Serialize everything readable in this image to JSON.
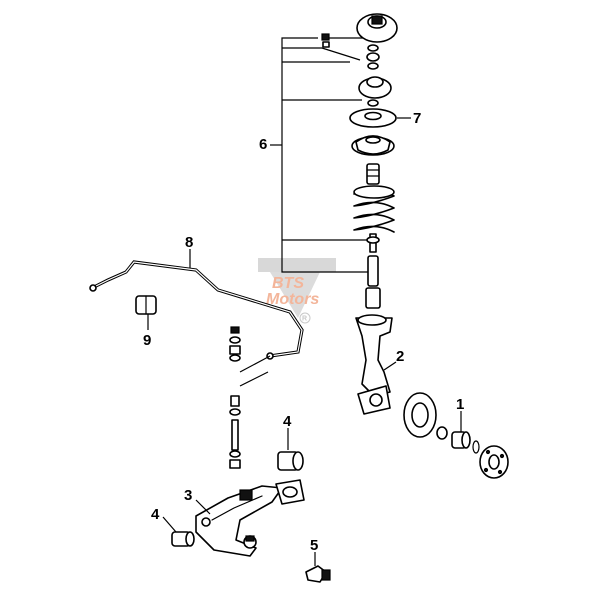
{
  "diagram": {
    "callouts": [
      {
        "id": "1",
        "text": "1"
      },
      {
        "id": "2",
        "text": "2"
      },
      {
        "id": "3",
        "text": "3"
      },
      {
        "id": "4a",
        "text": "4"
      },
      {
        "id": "4b",
        "text": "4"
      },
      {
        "id": "5",
        "text": "5"
      },
      {
        "id": "6",
        "text": "6"
      },
      {
        "id": "7",
        "text": "7"
      },
      {
        "id": "8",
        "text": "8"
      },
      {
        "id": "9",
        "text": "9"
      }
    ],
    "watermark": {
      "line1": "BTS",
      "line2": "Motors",
      "mark": "R"
    }
  }
}
